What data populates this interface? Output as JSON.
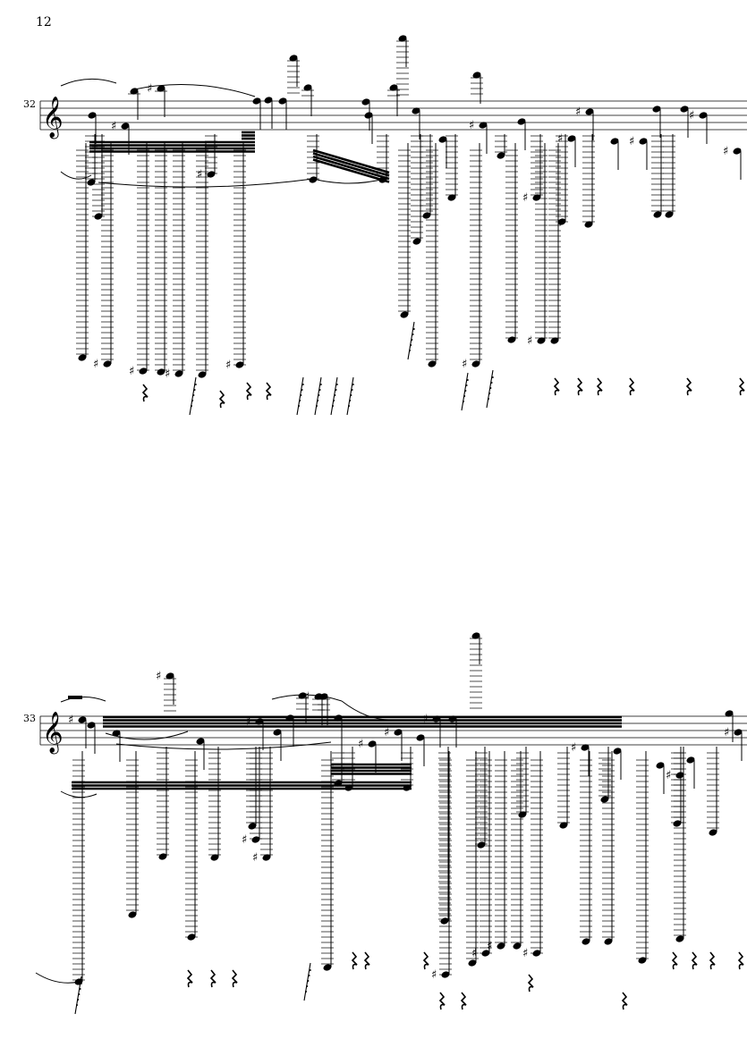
{
  "page": {
    "page_number": "12"
  },
  "systems": [
    {
      "measure_number": "32",
      "clef": "treble"
    },
    {
      "measure_number": "33",
      "clef": "treble"
    }
  ]
}
